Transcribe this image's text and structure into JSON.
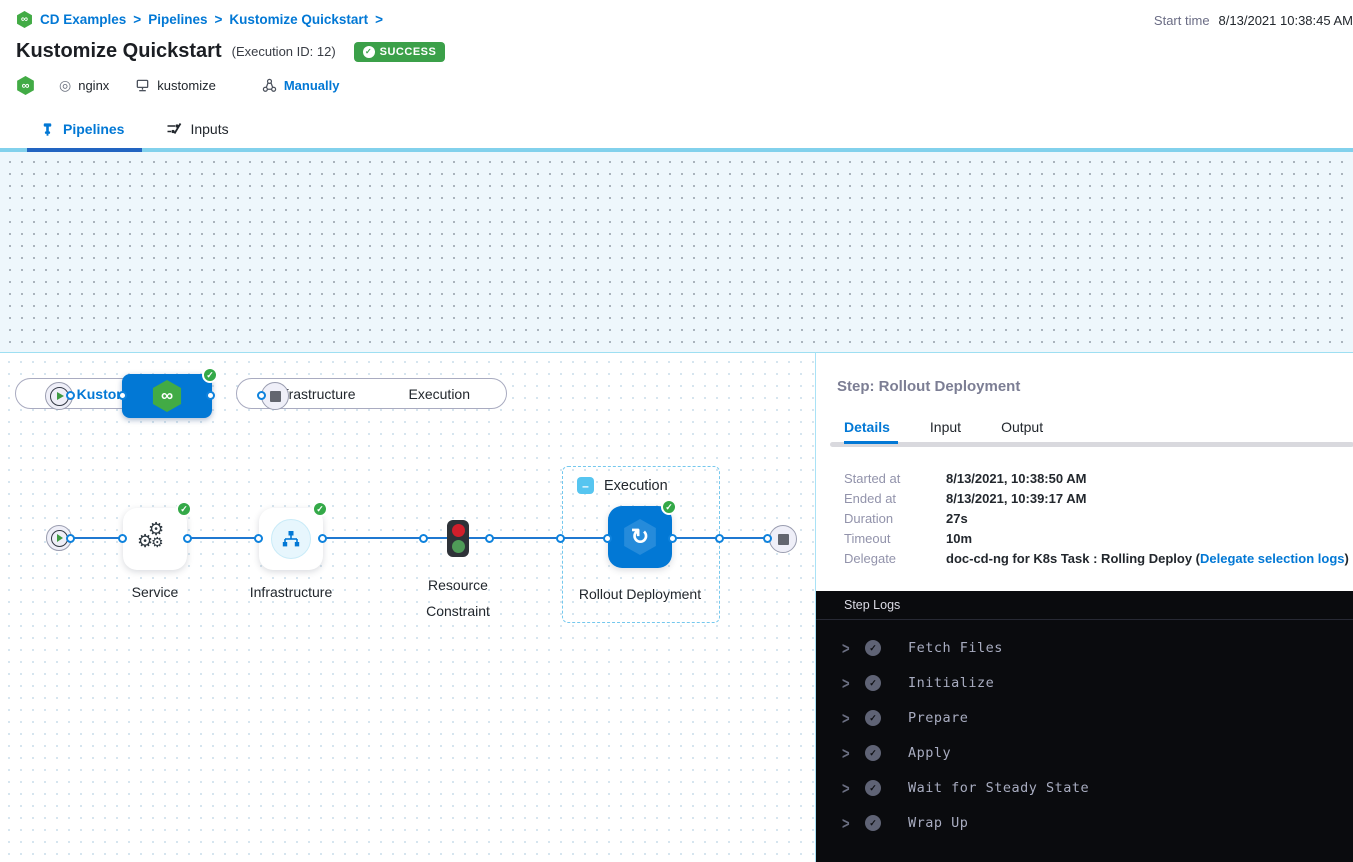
{
  "colors": {
    "accent": "#0278d5",
    "success_green": "#42ab45",
    "stage_blue": "#0278d5",
    "light_blue_rule": "#82d1ec"
  },
  "header": {
    "breadcrumb": {
      "sep": ">",
      "items": [
        {
          "label": "CD Examples"
        },
        {
          "label": "Pipelines"
        },
        {
          "label": "Kustomize Quickstart"
        }
      ]
    },
    "start_time": {
      "label": "Start time",
      "value": "8/13/2021 10:38:45 AM"
    },
    "title": "Kustomize Quickstart",
    "execution_id": "(Execution ID: 12)",
    "status": "SUCCESS",
    "meta": {
      "service": "nginx",
      "environment": "kustomize",
      "trigger": "Manually"
    }
  },
  "tabs": {
    "pipelines": "Pipelines",
    "inputs": "Inputs"
  },
  "stage_graph": {
    "stage_label": "Kustomize"
  },
  "canvas": {
    "stage_selector": {
      "label": "Kustomize"
    },
    "toggle": {
      "infrastructure": "Infrastructure",
      "execution": "Execution"
    },
    "group_label": "Execution",
    "labels": {
      "service": "Service",
      "infrastructure": "Infrastructure",
      "resource_constraint": "Resource Constraint",
      "rollout": "Rollout Deployment"
    }
  },
  "step_panel": {
    "title": "Step: Rollout Deployment",
    "tabs": {
      "details": "Details",
      "input": "Input",
      "output": "Output"
    },
    "details": [
      {
        "label": "Started at",
        "value": "8/13/2021, 10:38:50 AM"
      },
      {
        "label": "Ended at",
        "value": "8/13/2021, 10:39:17 AM"
      },
      {
        "label": "Duration",
        "value": "27s"
      },
      {
        "label": "Timeout",
        "value": "10m"
      },
      {
        "label": "Delegate",
        "value": "doc-cd-ng for K8s Task : Rolling Deploy (",
        "link": "Delegate selection logs",
        "suffix": ")"
      }
    ],
    "logs": {
      "title": "Step Logs",
      "entries": [
        {
          "text": "Fetch Files"
        },
        {
          "text": "Initialize"
        },
        {
          "text": "Prepare"
        },
        {
          "text": "Apply"
        },
        {
          "text": "Wait for Steady State"
        },
        {
          "text": "Wrap Up"
        }
      ]
    }
  }
}
